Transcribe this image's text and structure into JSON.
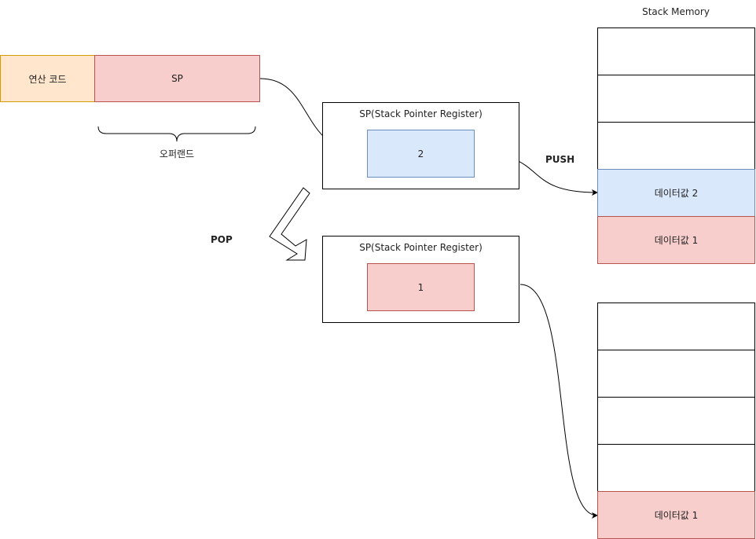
{
  "instruction": {
    "opcode_label": "연산 코드",
    "operand_label": "SP",
    "operand_brace_label": "오퍼랜드"
  },
  "registers": [
    {
      "title": "SP(Stack Pointer Register)",
      "value": "2"
    },
    {
      "title": "SP(Stack Pointer Register)",
      "value": "1"
    }
  ],
  "operations": {
    "push": "PUSH",
    "pop": "POP"
  },
  "stack_title": "Stack Memory",
  "stack_after_push": [
    "",
    "",
    "",
    "데이터값 2",
    "데이터값 1"
  ],
  "stack_after_pop": [
    "",
    "",
    "",
    "",
    "데이터값 1"
  ],
  "colors": {
    "opcode_fill": "#ffe6cc",
    "opcode_stroke": "#d79b00",
    "red_fill": "#f8cecc",
    "red_stroke": "#b85450",
    "blue_fill": "#dae8fc",
    "blue_stroke": "#6c8ebf"
  }
}
